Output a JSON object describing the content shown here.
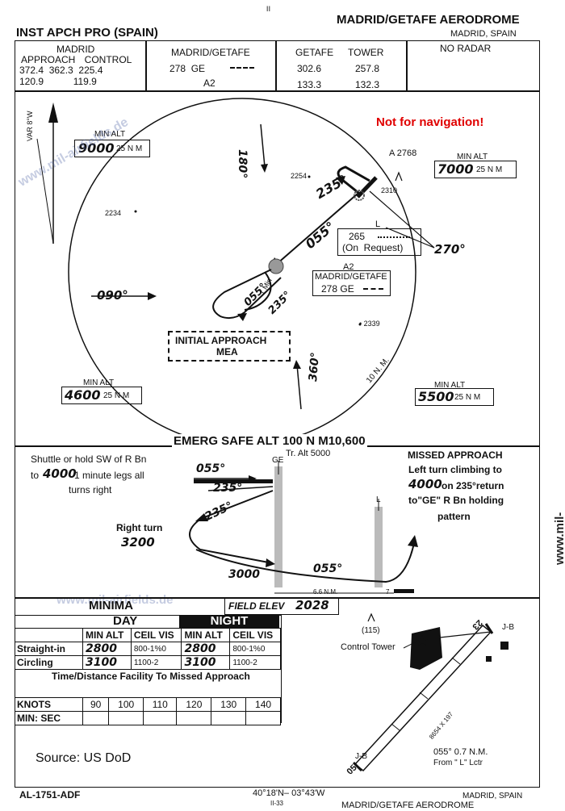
{
  "header": {
    "procedure_title": "INST APCH PRO (SPAIN)",
    "aerodrome_title": "MADRID/GETAFE AERODROME",
    "location": "MADRID, SPAIN",
    "page_top": "II"
  },
  "freq_boxes": {
    "approach": {
      "l1": "MADRID",
      "l2": "APPROACH CONTROL",
      "r1": "372.4  362.3  225.4",
      "r2": "120.9           119.9"
    },
    "beacon": {
      "title": "MADRID/GETAFE",
      "line1": "278  GE",
      "line2": "A2"
    },
    "tower": {
      "col1": "GETAFE",
      "col2": "TOWER",
      "r1a": "302.6",
      "r1b": "257.8",
      "r2a": "133.3",
      "r2b": "132.3"
    },
    "radar": "NO RADAR"
  },
  "plan_view": {
    "var_label": "VAR 8°W",
    "not_for_nav": "Not for navigation!",
    "min_alt_nw": {
      "label": "MIN ALT",
      "value": "9000",
      "unit": "25 N M"
    },
    "min_alt_ne": {
      "label": "MIN ALT",
      "value": "7000",
      "unit": "25 N M"
    },
    "min_alt_sw": {
      "label": "MIN ALT",
      "value": "4600",
      "unit": "25 N M"
    },
    "min_alt_se": {
      "label": "MIN ALT",
      "value": "5500",
      "unit": "25 N M"
    },
    "brg_180": "180°",
    "brg_090": "090°",
    "brg_270": "270°",
    "brg_360": "360°",
    "elev_2768": "A 2768",
    "elev_2254": "2254",
    "elev_2234": "2234",
    "elev_2310": "2310",
    "elev_2339": "• 2339",
    "trk_235_top": "235°",
    "trk_055": "055°",
    "trk_055_small": "055°",
    "trk_235_small": "235°",
    "one_min": "1 Min",
    "l_beacon": {
      "l": "L",
      "freq": "265",
      "req": "(On  Request)"
    },
    "a2": "A2",
    "ge_box": {
      "title": "MADRID/GETAFE",
      "freq": "278 GE"
    },
    "initial_approach": "INITIAL APPROACH",
    "mea": "MEA",
    "ten_nm": "10 N. M."
  },
  "emerg": "EMERG SAFE ALT 100 N M10,600",
  "profile": {
    "shuttle_text": "Shuttle or hold SW of  R Bn to 4000  1 minute legs all turns right",
    "shuttle_l1": "Shuttle or hold SW of  R Bn",
    "shuttle_l2": "to",
    "shuttle_alt": "4000",
    "shuttle_l3": "1 minute legs all",
    "shuttle_l4": "turns right",
    "trk_055_a": "055°",
    "trk_235_a": "235°",
    "trk_235_b": "235°",
    "right_turn": "Right turn",
    "rt_alt": "3200",
    "alt_3000": "3000",
    "trk_055_b": "055°",
    "ge": "GE",
    "tr_alt": "Tr. Alt 5000",
    "l": "L",
    "dist": "6.6 N.M.",
    "seven": "7",
    "missed_title": "MISSED APPROACH",
    "missed_l1": "Left turn climbing to",
    "missed_alt": "4000",
    "missed_l2": "on 235°return",
    "missed_l3": "to\"GE\" R Bn holding",
    "missed_l4": "pattern"
  },
  "minima": {
    "title": "MINIMA",
    "field_elev_label": "FIELD ELEV",
    "field_elev": "2028",
    "day": "DAY",
    "night": "NIGHT",
    "headers": [
      "MIN ALT",
      "CEIL VIS",
      "MIN ALT",
      "CEIL VIS"
    ],
    "rows": [
      {
        "label": "Straight-in",
        "cells": [
          "2800",
          "800-1%0",
          "2800",
          "800-1%0"
        ]
      },
      {
        "label": "Circling",
        "cells": [
          "3100",
          "1100-2",
          "3100",
          "1100-2"
        ]
      }
    ],
    "td_title": "Time/Distance Facility To Missed Approach",
    "knots_label": "KNOTS",
    "knots": [
      "90",
      "100",
      "110",
      "120",
      "130",
      "140"
    ],
    "min_sec_label": "MIN:  SEC"
  },
  "airport": {
    "elev_115": "(115)",
    "control_tower": "Control Tower",
    "jb_top": "J-B",
    "jb_bottom": "J-B",
    "rwy_23": "23",
    "rwy_05": "05",
    "rwy_len": "8654 X 197",
    "l_lctr": "055°  0.7 N.M.",
    "from_l": "From \" L\"  Lctr"
  },
  "footer": {
    "chart_id": "AL-1751-ADF",
    "coords": "40°18'N– 03°43'W",
    "page": "II-33",
    "loc": "MADRID, SPAIN",
    "title": "MADRID/GETAFE AERODROME",
    "source": "Source: US DoD"
  },
  "watermarks": {
    "w1": "www.mil-airfields.de",
    "w2": "www.mil-airfields.de",
    "w3": "www.mil-airfields.de"
  }
}
